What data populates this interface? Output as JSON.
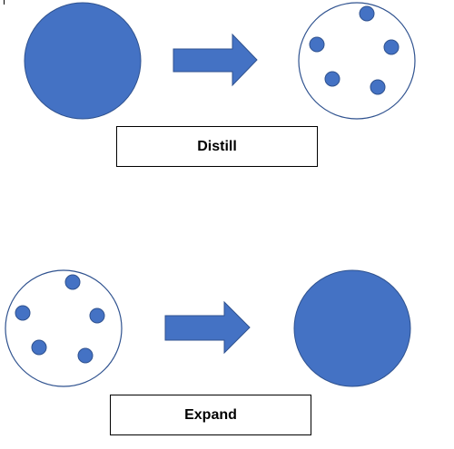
{
  "colors": {
    "fill": "#4472c4",
    "outline": "#2f528f",
    "label_border": "#000000",
    "background": "#ffffff"
  },
  "panels": [
    {
      "label": "Distill",
      "source": {
        "kind": "solid"
      },
      "target": {
        "kind": "hollow-with-dots",
        "dot_count": 5
      }
    },
    {
      "label": "Expand",
      "source": {
        "kind": "hollow-with-dots",
        "dot_count": 5
      },
      "target": {
        "kind": "solid"
      }
    }
  ]
}
